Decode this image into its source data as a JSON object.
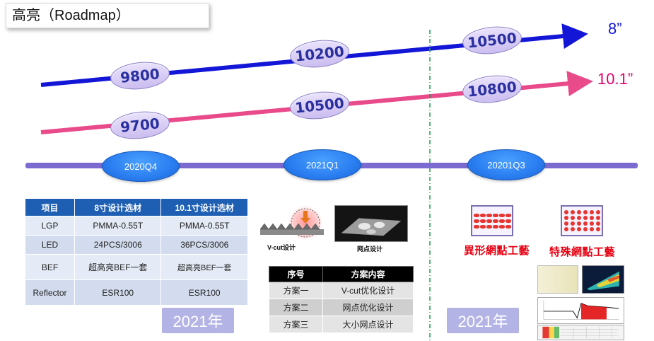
{
  "title": "高亮（Roadmap）",
  "lines": {
    "size_8": {
      "label": "8”",
      "color": "#1316d6"
    },
    "size_10": {
      "label": "10.1”",
      "color": "#e84a8a"
    }
  },
  "values": {
    "v_8_q4": "9800",
    "v_8_q1": "10200",
    "v_8_q3": "10500",
    "v_10_q4": "9700",
    "v_10_q1": "10500",
    "v_10_q3": "10800"
  },
  "timeline": {
    "periods": [
      "2020Q4",
      "2021Q1",
      "20201Q3"
    ]
  },
  "spec_table": {
    "headers": [
      "项目",
      "8寸设计选材",
      "10.1寸设计选材"
    ],
    "rows": [
      [
        "LGP",
        "PMMA-0.55T",
        "PMMA-0.55T"
      ],
      [
        "LED",
        "24PCS/3006",
        "36PCS/3006"
      ],
      [
        "BEF",
        "超高亮BEF一套",
        "超高亮BEF一套"
      ],
      [
        "Reflector",
        "ESR100",
        "ESR100"
      ]
    ]
  },
  "year_badges": [
    "2021年",
    "2021年"
  ],
  "q1_figures": {
    "vcut_caption": "V-cut设计",
    "dot_caption": "网点设计"
  },
  "plan_table": {
    "headers": [
      "序号",
      "方案内容"
    ],
    "rows": [
      [
        "方案一",
        "V-cut优化设计"
      ],
      [
        "方案二",
        "网点优化设计"
      ],
      [
        "方案三",
        "大小网点设计"
      ]
    ]
  },
  "q3_figures": {
    "pattern_1_label": "異形網點工藝",
    "pattern_2_label": "特殊網點工藝"
  },
  "colors": {
    "timeline": "#7b6bd0",
    "period_bubble": "#2a7df0",
    "table_header": "#1e5fb4",
    "year_badge": "#b3b3e6",
    "divider": "#1aa04a"
  }
}
